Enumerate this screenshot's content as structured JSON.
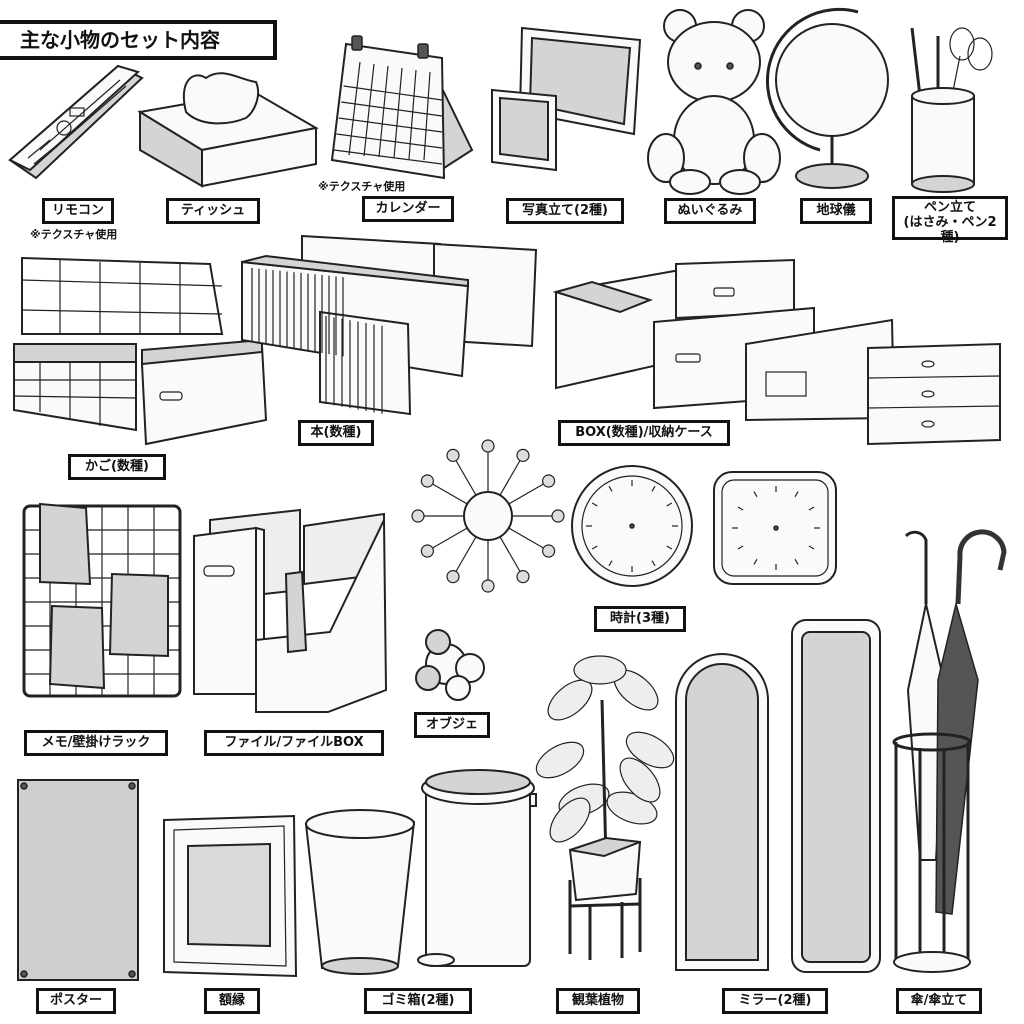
{
  "title": "主な小物のセット内容",
  "notes": {
    "remote_texture": "※テクスチャ使用",
    "calendar_texture": "※テクスチャ使用"
  },
  "items": {
    "remote": "リモコン",
    "tissue": "ティッシュ",
    "calendar": "カレンダー",
    "photo_stand": "写真立て(2種)",
    "plush": "ぬいぐるみ",
    "globe": "地球儀",
    "pen_stand_line1": "ペン立て",
    "pen_stand_line2": "(はさみ・ペン2種)",
    "basket": "かご(数種)",
    "books": "本(数種)",
    "box": "BOX(数種)/収納ケース",
    "clock": "時計(3種)",
    "memo_rack": "メモ/壁掛けラック",
    "file": "ファイル/ファイルBOX",
    "objet": "オブジェ",
    "poster": "ポスター",
    "frame": "額縁",
    "trash": "ゴミ箱(2種)",
    "plant": "観葉植物",
    "mirror": "ミラー(2種)",
    "umbrella": "傘/傘立て"
  },
  "colors": {
    "line": "#222222",
    "fill_light": "#fafafa",
    "fill_mid": "#d4d4d4",
    "fill_dark": "#9a9a9a",
    "label_border": "#111111",
    "background": "#ffffff"
  }
}
